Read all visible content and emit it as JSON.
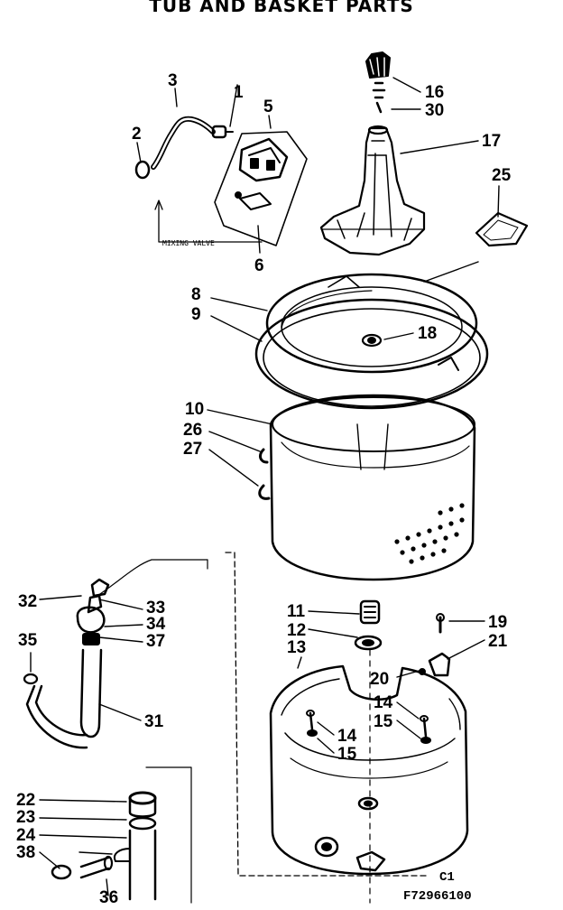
{
  "title": "TUB AND BASKET PARTS",
  "mixing_valve_label": "MIXING VALVE",
  "callouts": [
    "1",
    "2",
    "3",
    "5",
    "6",
    "8",
    "9",
    "10",
    "11",
    "12",
    "13",
    "14",
    "14",
    "15",
    "15",
    "16",
    "17",
    "18",
    "19",
    "20",
    "21",
    "22",
    "23",
    "24",
    "25",
    "26",
    "27",
    "30",
    "31",
    "32",
    "33",
    "34",
    "35",
    "36",
    "37",
    "38"
  ],
  "footer": {
    "c1": "C1",
    "part_code": "F72966100"
  }
}
